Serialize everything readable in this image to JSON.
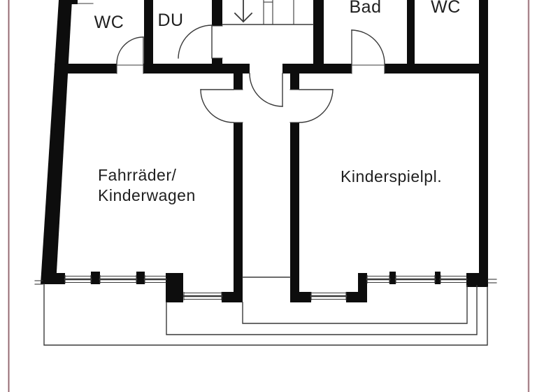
{
  "document": {
    "kind_label": "floor-plan-drawing"
  },
  "rooms": {
    "wc_left": {
      "label": "WC"
    },
    "shower": {
      "label": "DU"
    },
    "bath": {
      "label": "Bad"
    },
    "wc_right": {
      "label": "WC"
    },
    "storage": {
      "label_line1": "Fahrräder/",
      "label_line2": "Kinderwagen"
    },
    "playground": {
      "label": "Kinderspielpl."
    }
  },
  "theme": {
    "wall-color": "#0d0d0d",
    "line-color": "#3a3a3a",
    "label-color": "#1f1f1f",
    "background": "#ffffff",
    "frame-halo": "#e4ced2",
    "frame-core": "#8d666e"
  }
}
